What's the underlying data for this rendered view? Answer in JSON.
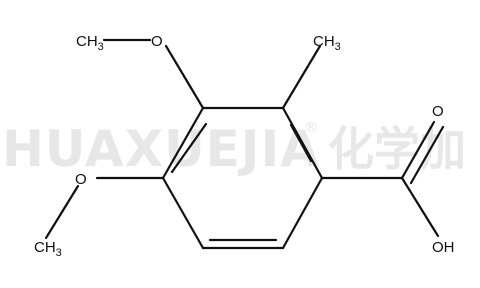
{
  "watermark": {
    "latin": "HUAXUEJIA",
    "registered": "®",
    "chinese": "化学加"
  },
  "molecule": {
    "atoms": {
      "ch3_top_left": {
        "main": "CH",
        "sub": "3"
      },
      "o_top": {
        "main": "O"
      },
      "ch3_top_right": {
        "main": "CH",
        "sub": "3"
      },
      "o_carbonyl": {
        "main": "O"
      },
      "o_left": {
        "main": "O"
      },
      "ch3_bottom_left": {
        "main": "CH",
        "sub": "3"
      },
      "oh": {
        "main": "OH"
      }
    }
  }
}
